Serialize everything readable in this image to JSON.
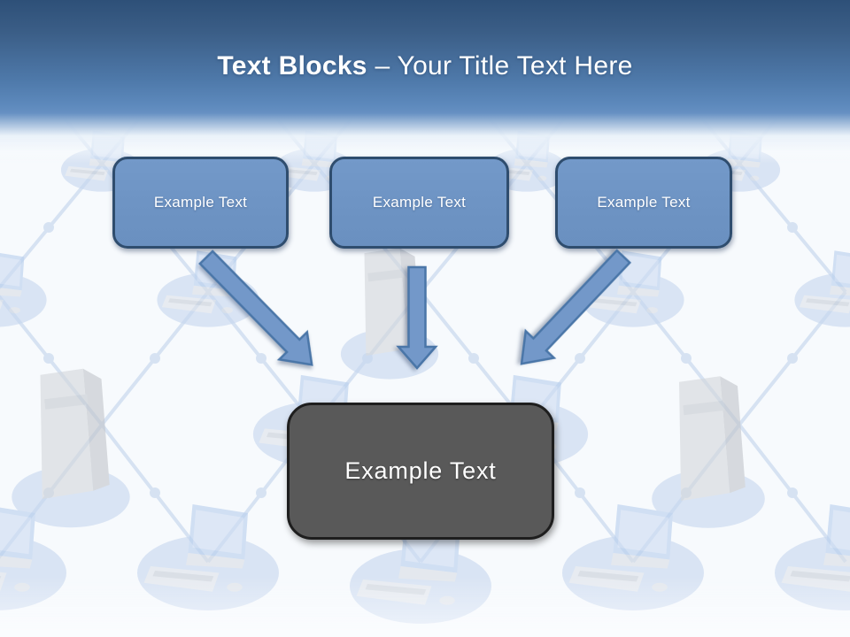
{
  "slide_title": {
    "bold": "Text Blocks",
    "rest": "– Your Title Text Here"
  },
  "boxes": [
    {
      "label": "Example Text"
    },
    {
      "label": "Example Text"
    },
    {
      "label": "Example Text"
    }
  ],
  "result_box": {
    "label": "Example Text"
  },
  "colors": {
    "header_gradient_top": "#2e5078",
    "header_gradient_bottom": "#5d89bc",
    "title_text": "#ffffff",
    "box_fill": "#6f94c4",
    "box_border": "#2f4d6e",
    "box_text": "#ffffff",
    "arrow_fill": "#7398c9",
    "arrow_border": "#4a76a8",
    "result_fill": "#595959",
    "result_border": "#1e1e1e",
    "result_text": "#ffffff",
    "background_pattern_blue": "#c3d4ec"
  }
}
